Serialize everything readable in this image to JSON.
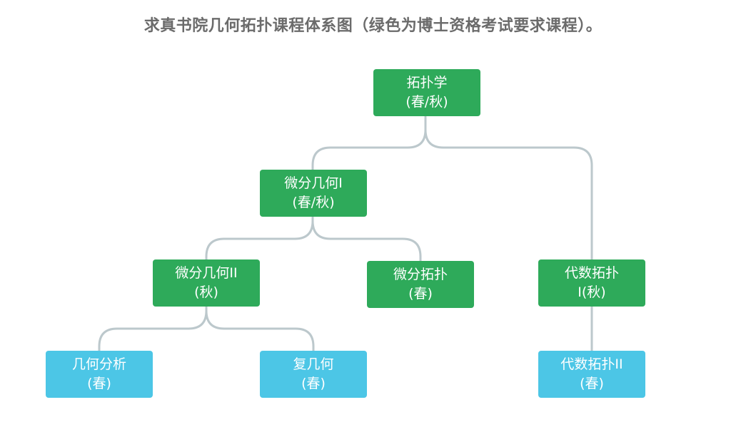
{
  "title": "求真书院几何拓扑课程体系图（绿色为博士资格考试要求课程）。",
  "colors": {
    "required": "#2eaa5a",
    "elective": "#4cc6e6",
    "edge": "#bcc8cc",
    "title": "#6b6b6b"
  },
  "nodes": {
    "topology": {
      "line1": "拓扑学",
      "line2": "(春/秋)"
    },
    "diff_geom_1": {
      "line1": "微分几何I",
      "line2": "(春/秋)"
    },
    "diff_geom_2": {
      "line1": "微分几何II",
      "line2": "(秋)"
    },
    "diff_topology": {
      "line1": "微分拓扑",
      "line2": "(春)"
    },
    "alg_topology_1": {
      "line1": "代数拓扑",
      "line2": "I(秋)"
    },
    "geom_analysis": {
      "line1": "几何分析",
      "line2": "(春)"
    },
    "complex_geom": {
      "line1": "复几何",
      "line2": "(春)"
    },
    "alg_topology_2": {
      "line1": "代数拓扑II",
      "line2": "(春)"
    }
  }
}
